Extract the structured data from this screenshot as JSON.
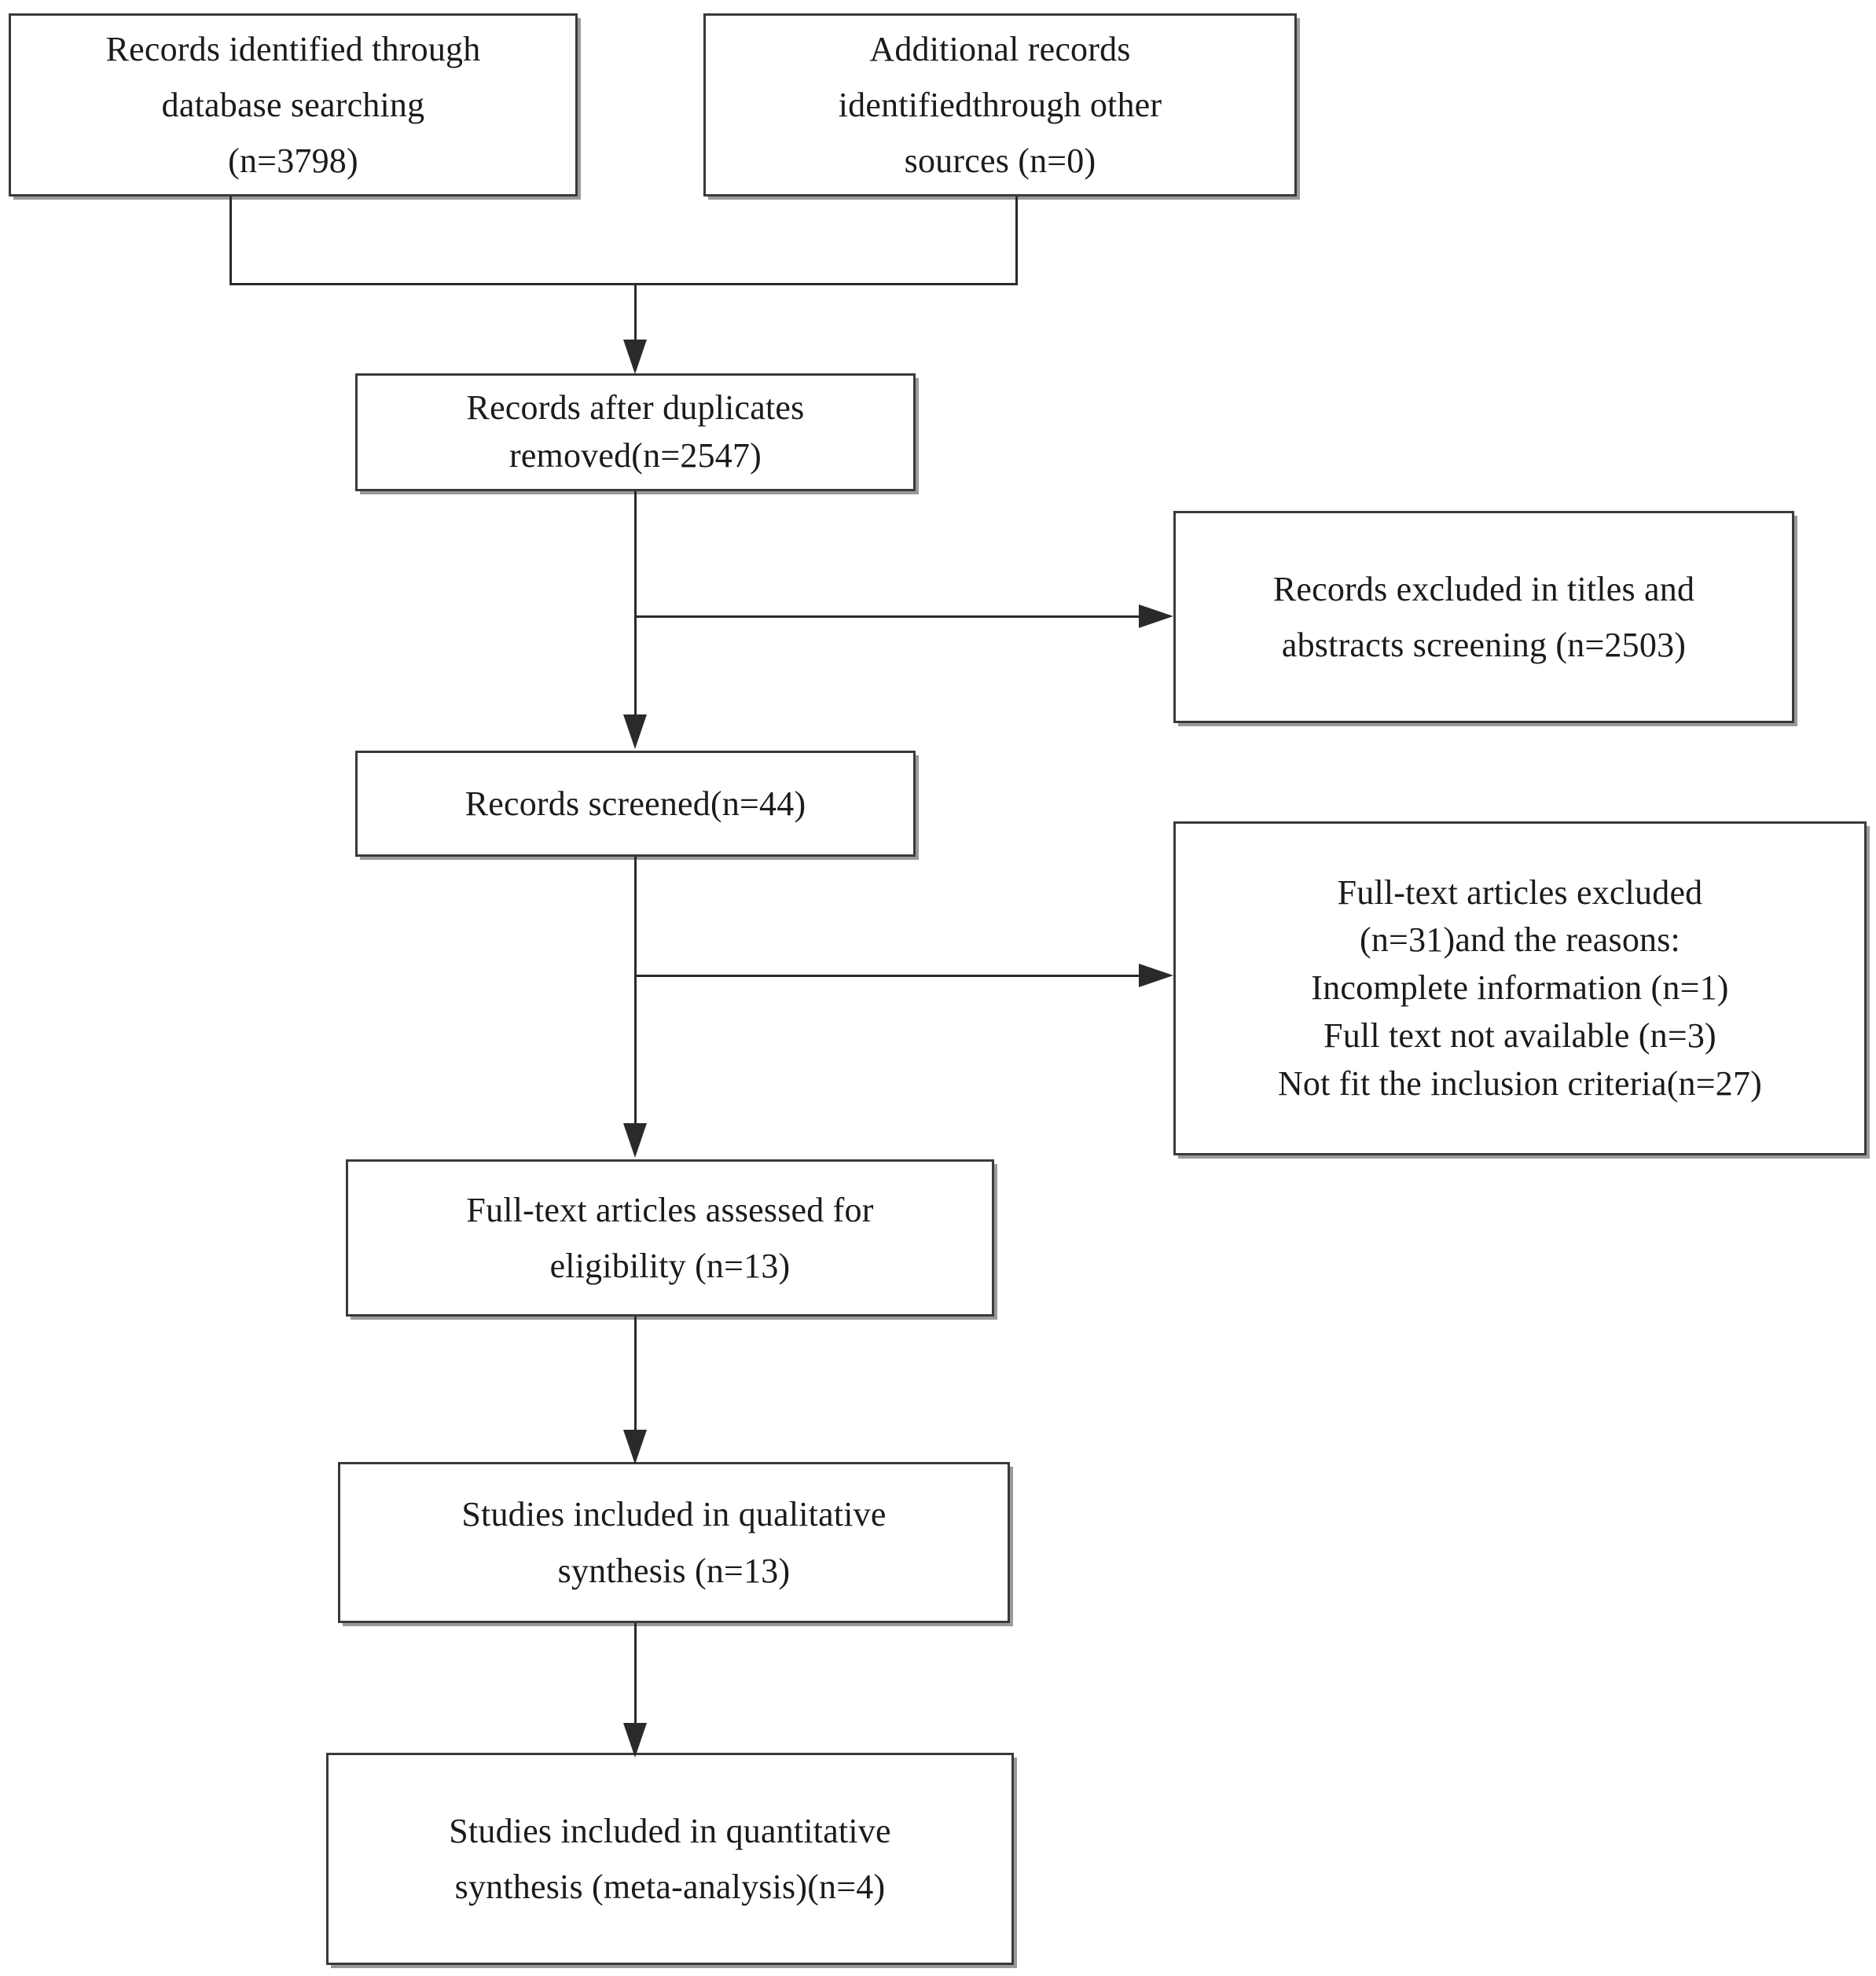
{
  "diagram": {
    "type": "prisma-flow-diagram",
    "title": "",
    "background_color": "#ffffff",
    "line_color": "#2a2a2a",
    "box_border_color": "#3a3a3a",
    "box_shadow_color": "#9a9a9a",
    "text_color": "#1b1b1b",
    "nodes": [
      {
        "id": "records-identified-database",
        "label": "Records identified through\ndatabase searching\n(n=3798)",
        "count": 3798,
        "stage": "identification"
      },
      {
        "id": "additional-records-other-sources",
        "label": "Additional records\nidentifiedthrough other\nsources (n=0)",
        "count": 0,
        "stage": "identification"
      },
      {
        "id": "records-after-duplicates-removed",
        "label": "Records after duplicates\nremoved(n=2547)",
        "count": 2547,
        "stage": "screening"
      },
      {
        "id": "records-excluded-titles-abstracts",
        "label": "Records excluded in titles and\nabstracts screening (n=2503)",
        "count": 2503,
        "stage": "screening-excluded"
      },
      {
        "id": "records-screened",
        "label": "Records screened(n=44)",
        "count": 44,
        "stage": "screening"
      },
      {
        "id": "full-text-articles-excluded",
        "label": "Full-text articles excluded\n(n=31)and the reasons:\nIncomplete information (n=1)\nFull text not available (n=3)\nNot fit the inclusion criteria(n=27)",
        "count": 31,
        "stage": "eligibility-excluded",
        "reasons": [
          {
            "reason": "Incomplete information",
            "count": 1
          },
          {
            "reason": "Full text not available",
            "count": 3
          },
          {
            "reason": "Not fit the inclusion criteria",
            "count": 27
          }
        ]
      },
      {
        "id": "full-text-assessed-eligibility",
        "label": "Full-text articles assessed for\neligibility (n=13)",
        "count": 13,
        "stage": "eligibility"
      },
      {
        "id": "studies-qualitative-synthesis",
        "label": "Studies included in qualitative\nsynthesis (n=13)",
        "count": 13,
        "stage": "included"
      },
      {
        "id": "studies-quantitative-synthesis",
        "label": "Studies included in quantitative\nsynthesis (meta-analysis)(n=4)",
        "count": 4,
        "stage": "included"
      }
    ],
    "edges": [
      {
        "from": "records-identified-database",
        "to": "records-after-duplicates-removed",
        "style": "merge-arrow"
      },
      {
        "from": "additional-records-other-sources",
        "to": "records-after-duplicates-removed",
        "style": "merge-arrow"
      },
      {
        "from": "records-after-duplicates-removed",
        "to": "records-screened",
        "style": "arrow-down"
      },
      {
        "from": "records-after-duplicates-removed",
        "to": "records-excluded-titles-abstracts",
        "style": "arrow-right"
      },
      {
        "from": "records-screened",
        "to": "full-text-assessed-eligibility",
        "style": "arrow-down"
      },
      {
        "from": "records-screened",
        "to": "full-text-articles-excluded",
        "style": "arrow-right"
      },
      {
        "from": "full-text-assessed-eligibility",
        "to": "studies-qualitative-synthesis",
        "style": "arrow-down"
      },
      {
        "from": "studies-qualitative-synthesis",
        "to": "studies-quantitative-synthesis",
        "style": "arrow-down"
      }
    ]
  }
}
